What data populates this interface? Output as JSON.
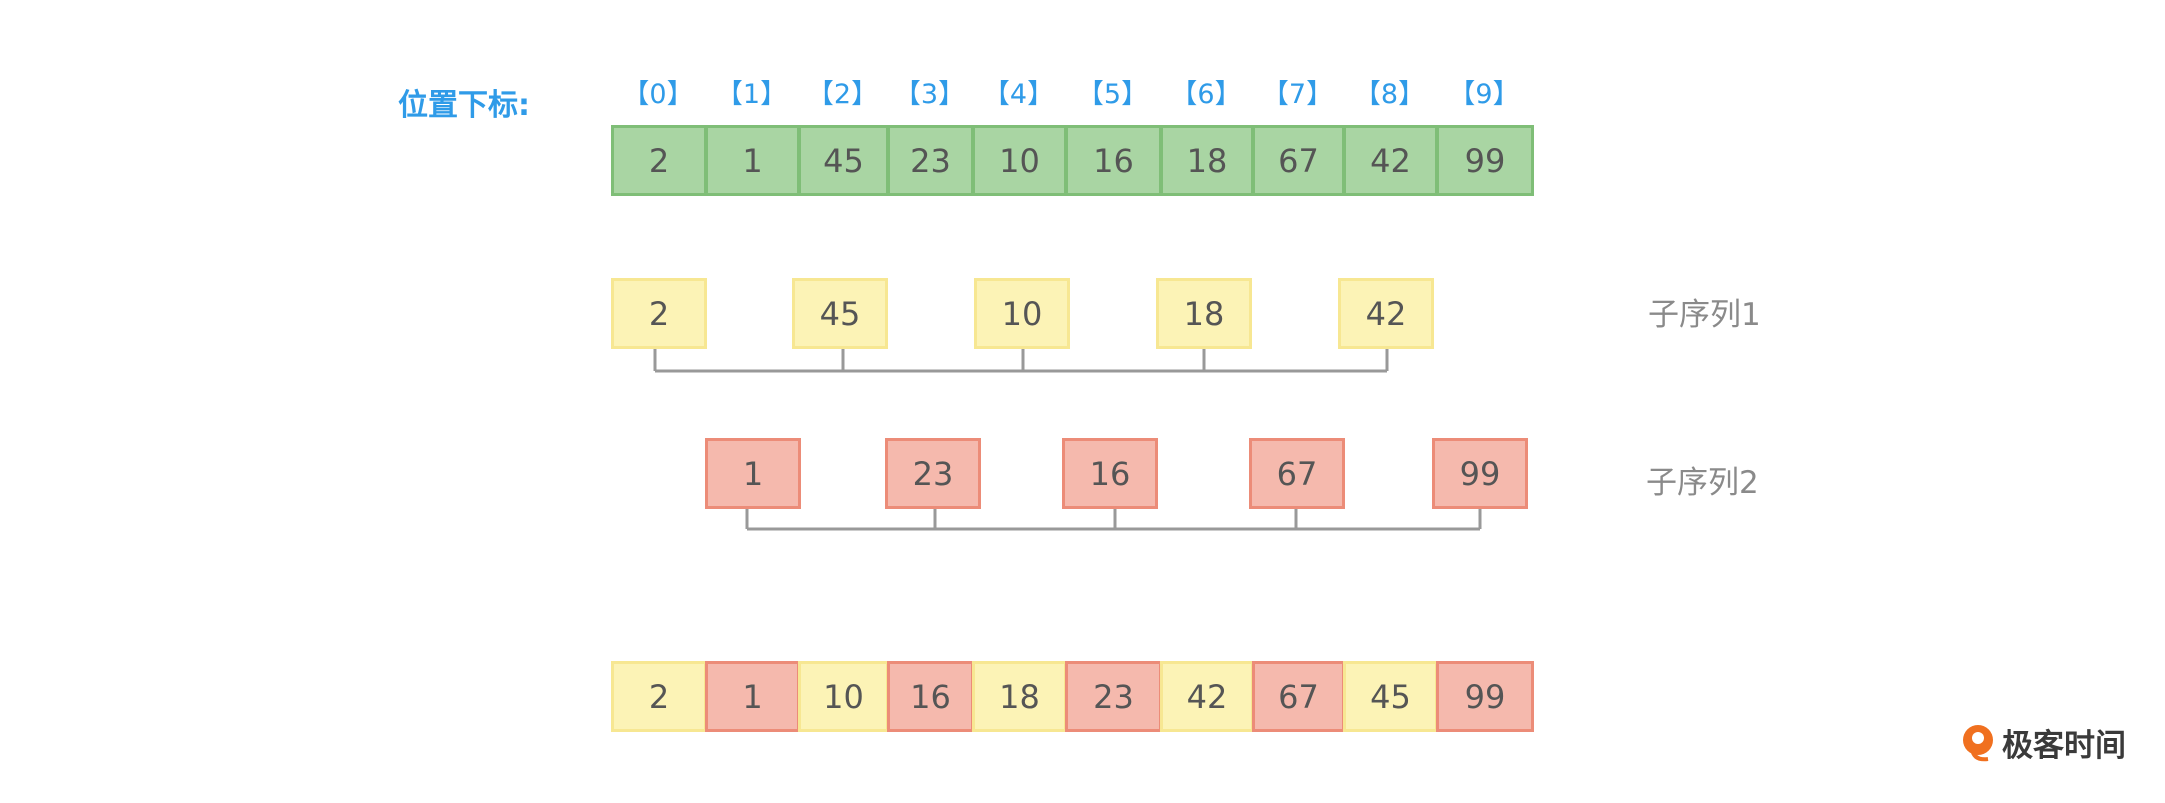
{
  "index_label": "位置下标:",
  "indices": [
    "【0】",
    "【1】",
    "【2】",
    "【3】",
    "【4】",
    "【5】",
    "【6】",
    "【7】",
    "【8】",
    "【9】"
  ],
  "original_array": [
    "2",
    "1",
    "45",
    "23",
    "10",
    "16",
    "18",
    "67",
    "42",
    "99"
  ],
  "subsequence1": {
    "label": "子序列1",
    "values": [
      "2",
      "45",
      "10",
      "18",
      "42"
    ]
  },
  "subsequence2": {
    "label": "子序列2",
    "values": [
      "1",
      "23",
      "16",
      "67",
      "99"
    ]
  },
  "result_array": [
    "2",
    "1",
    "10",
    "16",
    "18",
    "23",
    "42",
    "67",
    "45",
    "99"
  ],
  "result_colors": [
    "yellow",
    "red",
    "yellow",
    "red",
    "yellow",
    "red",
    "yellow",
    "red",
    "yellow",
    "red"
  ],
  "brand": {
    "name": "极客时间",
    "icon": "geektime-logo-icon",
    "color": "#f0701f"
  },
  "colors": {
    "index_blue": "#2f9be8",
    "green": "#a9d5a3",
    "yellow": "#fcf3b6",
    "red": "#f5b9ad",
    "connector": "#999999"
  }
}
